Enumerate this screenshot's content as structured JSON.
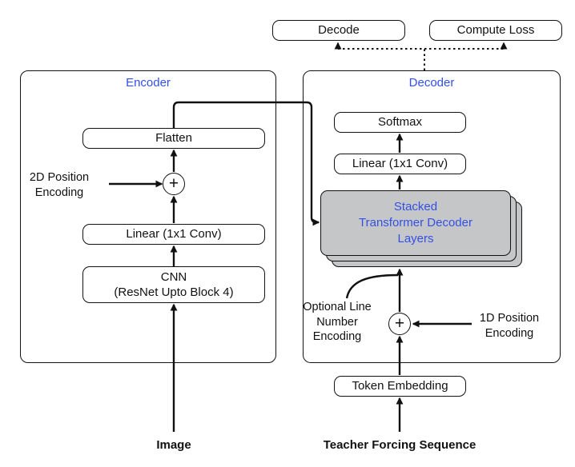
{
  "top": {
    "decode": "Decode",
    "compute_loss": "Compute Loss"
  },
  "encoder": {
    "title": "Encoder",
    "flatten": "Flatten",
    "pos2d_lines": [
      "2D Position",
      "Encoding"
    ],
    "plus": "+",
    "linear": "Linear (1x1 Conv)",
    "cnn_lines": [
      "CNN",
      "(ResNet Upto Block 4)"
    ],
    "input_label": "Image"
  },
  "decoder": {
    "title": "Decoder",
    "softmax": "Softmax",
    "linear": "Linear (1x1 Conv)",
    "stacked_lines": [
      "Stacked",
      "Transformer Decoder",
      "Layers"
    ],
    "optional_lines": [
      "Optional Line",
      "Number",
      "Encoding"
    ],
    "plus": "+",
    "pos1d_lines": [
      "1D Position",
      "Encoding"
    ],
    "token_embedding": "Token Embedding",
    "input_label": "Teacher Forcing Sequence"
  },
  "colors": {
    "accent": "#3350e6",
    "stack_fill": "#c5c6c8",
    "line": "#111111"
  }
}
